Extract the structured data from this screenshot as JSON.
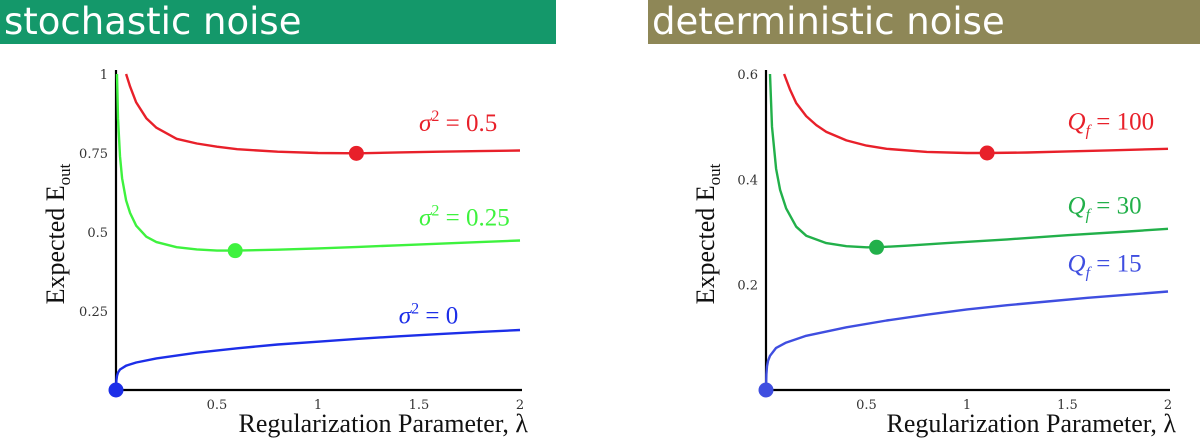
{
  "panels": [
    {
      "banner": "stochastic noise",
      "banner_color": "#14986a",
      "ylabel": "Expected E",
      "ylabel_sub": "out",
      "xlabel": "Regularization Parameter, λ",
      "chart_data": {
        "type": "line",
        "title": "stochastic noise",
        "xlabel": "Regularization Parameter, λ",
        "ylabel": "Expected E_out",
        "xlim": [
          0,
          2
        ],
        "ylim": [
          0,
          1
        ],
        "xticks": [
          0.5,
          1,
          1.5,
          2
        ],
        "xtick_labels": [
          "0.5",
          "1",
          "1.5",
          "2"
        ],
        "yticks": [
          0.25,
          0.5,
          0.75,
          1
        ],
        "ytick_labels": [
          "0.25",
          "0.5",
          "0.75",
          "1"
        ],
        "grid": false,
        "series": [
          {
            "name": "σ² = 0.5",
            "label_sym": "σ",
            "label_sup": "2",
            "label_val": " = 0.5",
            "color": "#e8202a",
            "x": [
              0.05,
              0.07,
              0.1,
              0.15,
              0.2,
              0.3,
              0.4,
              0.5,
              0.6,
              0.8,
              1.0,
              1.2,
              1.4,
              1.6,
              1.8,
              2.0
            ],
            "y": [
              1.0,
              0.96,
              0.91,
              0.86,
              0.83,
              0.795,
              0.78,
              0.77,
              0.762,
              0.754,
              0.75,
              0.749,
              0.752,
              0.754,
              0.756,
              0.758
            ],
            "min_point": [
              1.19,
              0.749
            ],
            "label_at": [
              1.5,
              0.82
            ]
          },
          {
            "name": "σ² = 0.25",
            "label_sym": "σ",
            "label_sup": "2",
            "label_val": " = 0.25",
            "color": "#3ef23e",
            "x": [
              0.005,
              0.01,
              0.02,
              0.03,
              0.05,
              0.07,
              0.1,
              0.15,
              0.2,
              0.3,
              0.4,
              0.5,
              0.6,
              0.8,
              1.0,
              1.2,
              1.4,
              1.6,
              1.8,
              2.0
            ],
            "y": [
              1.0,
              0.86,
              0.74,
              0.67,
              0.6,
              0.56,
              0.52,
              0.485,
              0.468,
              0.452,
              0.445,
              0.441,
              0.441,
              0.444,
              0.448,
              0.453,
              0.458,
              0.463,
              0.468,
              0.473
            ],
            "min_point": [
              0.59,
              0.441
            ],
            "label_at": [
              1.5,
              0.52
            ]
          },
          {
            "name": "σ² = 0",
            "label_sym": "σ",
            "label_sup": "2",
            "label_val": " = 0",
            "color": "#1c2ee8",
            "x": [
              0.0,
              0.002,
              0.005,
              0.01,
              0.02,
              0.05,
              0.1,
              0.2,
              0.4,
              0.6,
              0.8,
              1.0,
              1.2,
              1.4,
              1.6,
              1.8,
              2.0
            ],
            "y": [
              0.0,
              0.03,
              0.045,
              0.055,
              0.065,
              0.077,
              0.087,
              0.1,
              0.118,
              0.132,
              0.144,
              0.153,
              0.162,
              0.17,
              0.177,
              0.184,
              0.19
            ],
            "min_point": [
              0.0,
              0.0
            ],
            "label_at": [
              1.4,
              0.21
            ]
          }
        ]
      }
    },
    {
      "banner": "deterministic noise",
      "banner_color": "#8e8757",
      "ylabel": "Expected E",
      "ylabel_sub": "out",
      "xlabel": "Regularization Parameter, λ",
      "chart_data": {
        "type": "line",
        "title": "deterministic noise",
        "xlabel": "Regularization Parameter, λ",
        "ylabel": "Expected E_out",
        "xlim": [
          0,
          2
        ],
        "ylim": [
          0,
          0.6
        ],
        "xticks": [
          0.5,
          1,
          1.5,
          2
        ],
        "xtick_labels": [
          "0.5",
          "1",
          "1.5",
          "2"
        ],
        "yticks": [
          0.2,
          0.4,
          0.6
        ],
        "ytick_labels": [
          "0.2",
          "0.4",
          "0.6"
        ],
        "grid": false,
        "series": [
          {
            "name": "Q_f = 100",
            "label_sym": "Q",
            "label_sub": "f",
            "label_val": " = 100",
            "color": "#e8202a",
            "x": [
              0.09,
              0.12,
              0.15,
              0.2,
              0.25,
              0.3,
              0.4,
              0.5,
              0.6,
              0.8,
              1.0,
              1.1,
              1.3,
              1.5,
              1.7,
              2.0
            ],
            "y": [
              0.6,
              0.57,
              0.545,
              0.52,
              0.503,
              0.49,
              0.474,
              0.464,
              0.458,
              0.452,
              0.45,
              0.45,
              0.451,
              0.453,
              0.455,
              0.458
            ],
            "min_point": [
              1.1,
              0.45
            ],
            "label_at": [
              1.5,
              0.495
            ]
          },
          {
            "name": "Q_f = 30",
            "label_sym": "Q",
            "label_sub": "f",
            "label_val": " = 30",
            "color": "#22b04a",
            "x": [
              0.02,
              0.03,
              0.05,
              0.07,
              0.1,
              0.15,
              0.2,
              0.3,
              0.4,
              0.5,
              0.55,
              0.7,
              0.9,
              1.2,
              1.5,
              1.8,
              2.0
            ],
            "y": [
              0.6,
              0.5,
              0.42,
              0.38,
              0.345,
              0.31,
              0.293,
              0.279,
              0.273,
              0.271,
              0.271,
              0.274,
              0.279,
              0.286,
              0.294,
              0.301,
              0.306
            ],
            "min_point": [
              0.55,
              0.271
            ],
            "label_at": [
              1.5,
              0.335
            ]
          },
          {
            "name": "Q_f = 15",
            "label_sym": "Q",
            "label_sub": "f",
            "label_val": " = 15",
            "color": "#3f4ee0",
            "x": [
              0.0,
              0.002,
              0.005,
              0.01,
              0.02,
              0.05,
              0.1,
              0.2,
              0.4,
              0.6,
              0.8,
              1.0,
              1.2,
              1.4,
              1.6,
              1.8,
              2.0
            ],
            "y": [
              0.0,
              0.03,
              0.045,
              0.055,
              0.065,
              0.08,
              0.09,
              0.103,
              0.119,
              0.132,
              0.143,
              0.153,
              0.161,
              0.168,
              0.175,
              0.181,
              0.187
            ],
            "min_point": [
              0.0,
              0.0
            ],
            "label_at": [
              1.5,
              0.225
            ]
          }
        ]
      }
    }
  ]
}
